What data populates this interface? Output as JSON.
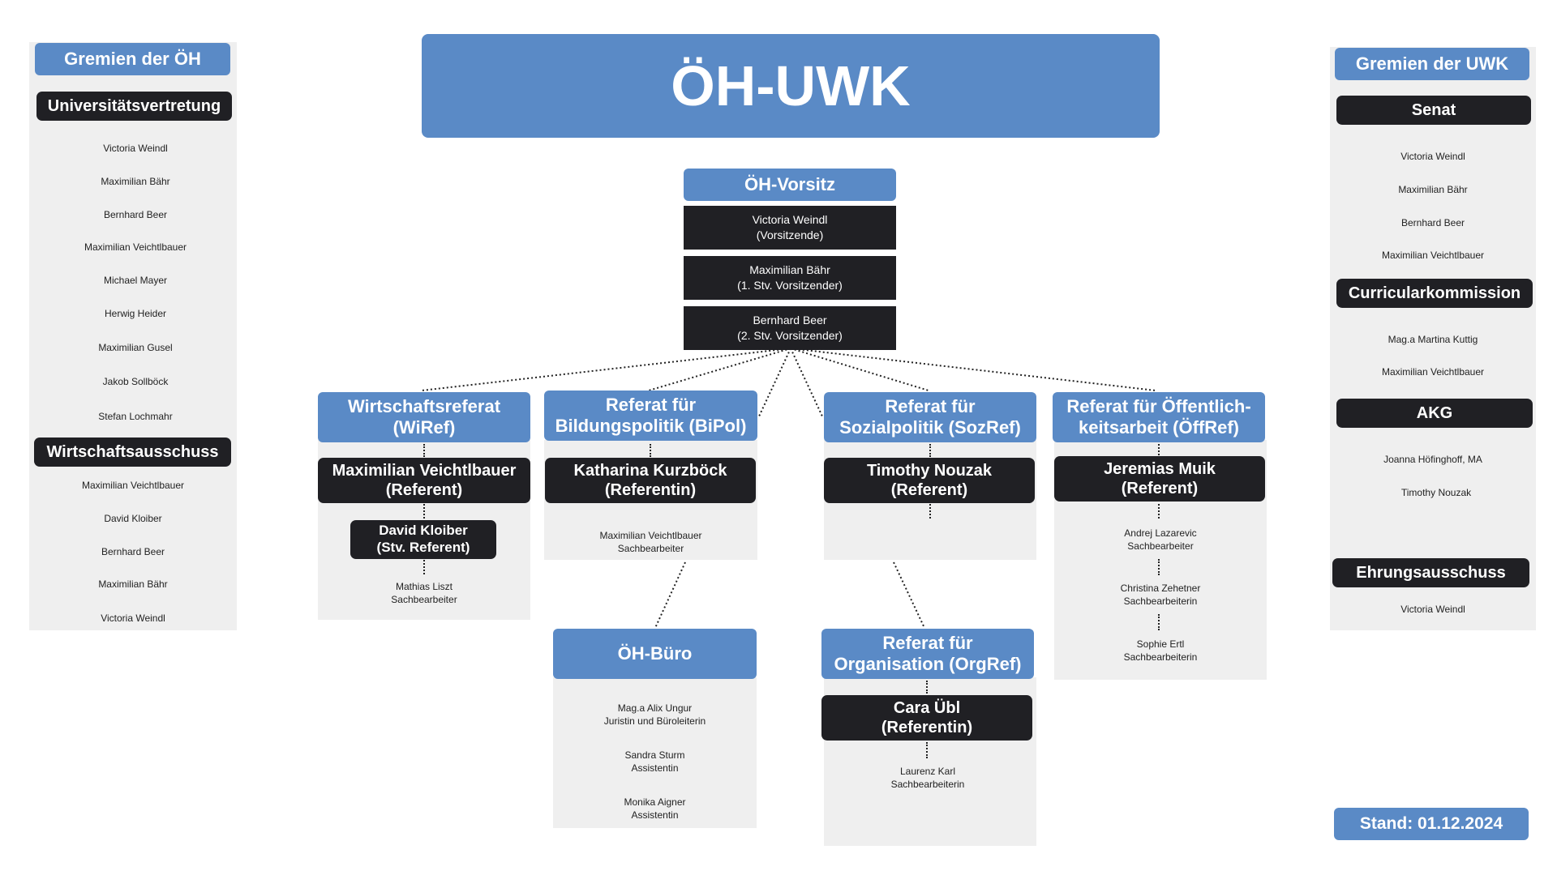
{
  "title": "ÖH-UWK",
  "left": {
    "heading": "Gremien der ÖH",
    "groups": [
      {
        "title": "Universitätsvertretung",
        "members": [
          "Victoria Weindl",
          "Maximilian Bähr",
          "Bernhard Beer",
          "Maximilian Veichtlbauer",
          "Michael Mayer",
          "Herwig Heider",
          "Maximilian Gusel",
          "Jakob Sollböck",
          "Stefan Lochmahr"
        ]
      },
      {
        "title": "Wirtschaftsausschuss",
        "members": [
          "Maximilian Veichtlbauer",
          "David Kloiber",
          "Bernhard Beer",
          "Maximilian Bähr",
          "Victoria Weindl"
        ]
      }
    ]
  },
  "right": {
    "heading": "Gremien der UWK",
    "groups": [
      {
        "title": "Senat",
        "members": [
          "Victoria Weindl",
          "Maximilian Bähr",
          "Bernhard Beer",
          "Maximilian Veichtlbauer"
        ]
      },
      {
        "title": "Curricularkommission",
        "members": [
          "Mag.a Martina Kuttig",
          "Maximilian Veichtlbauer"
        ]
      },
      {
        "title": "AKG",
        "members": [
          "Joanna Höfinghoff, MA",
          "Timothy Nouzak"
        ]
      },
      {
        "title": "Ehrungsausschuss",
        "members": [
          "Victoria Weindl"
        ]
      }
    ],
    "stand": "Stand: 01.12.2024"
  },
  "vorsitz": {
    "title": "ÖH-Vorsitz",
    "members": [
      {
        "name": "Victoria Weindl",
        "role": "(Vorsitzende)"
      },
      {
        "name": "Maximilian Bähr",
        "role": "(1. Stv. Vorsitzender)"
      },
      {
        "name": "Bernhard Beer",
        "role": "(2. Stv. Vorsitzender)"
      }
    ]
  },
  "referate": {
    "wiref": {
      "title_line1": "Wirtschaftsreferat",
      "title_line2": "(WiRef)",
      "head_name": "Maximilian Veichtlbauer",
      "head_role": "(Referent)",
      "deputy_name": "David Kloiber",
      "deputy_role": "(Stv. Referent)",
      "staff": [
        {
          "name": "Mathias Liszt",
          "role": "Sachbearbeiter"
        }
      ]
    },
    "bipol": {
      "title_line1": "Referat für",
      "title_line2": "Bildungspolitik (BiPol)",
      "head_name": "Katharina Kurzböck",
      "head_role": "(Referentin)",
      "staff": [
        {
          "name": "Maximilian Veichtlbauer",
          "role": "Sachbearbeiter"
        }
      ]
    },
    "sozref": {
      "title_line1": "Referat für",
      "title_line2": "Sozialpolitik (SozRef)",
      "head_name": "Timothy Nouzak",
      "head_role": "(Referent)"
    },
    "oeffref": {
      "title_line1": "Referat für Öffentlich-",
      "title_line2": "keitsarbeit (ÖffRef)",
      "head_name": "Jeremias Muik",
      "head_role": "(Referent)",
      "staff": [
        {
          "name": "Andrej Lazarevic",
          "role": "Sachbearbeiter"
        },
        {
          "name": "Christina Zehetner",
          "role": "Sachbearbeiterin"
        },
        {
          "name": "Sophie Ertl",
          "role": "Sachbearbeiterin"
        }
      ]
    },
    "buero": {
      "title": "ÖH-Büro",
      "staff": [
        {
          "name": "Mag.a Alix Ungur",
          "role": "Juristin und Büroleiterin"
        },
        {
          "name": "Sandra Sturm",
          "role": "Assistentin"
        },
        {
          "name": "Monika Aigner",
          "role": "Assistentin"
        }
      ]
    },
    "orgref": {
      "title_line1": "Referat für",
      "title_line2": "Organisation (OrgRef)",
      "head_name": "Cara Übl",
      "head_role": "(Referentin)",
      "staff": [
        {
          "name": "Laurenz Karl",
          "role": "Sachbearbeiterin"
        }
      ]
    }
  },
  "colors": {
    "blue": "#5a8ac6",
    "dark": "#202024",
    "panel": "#efefef"
  }
}
